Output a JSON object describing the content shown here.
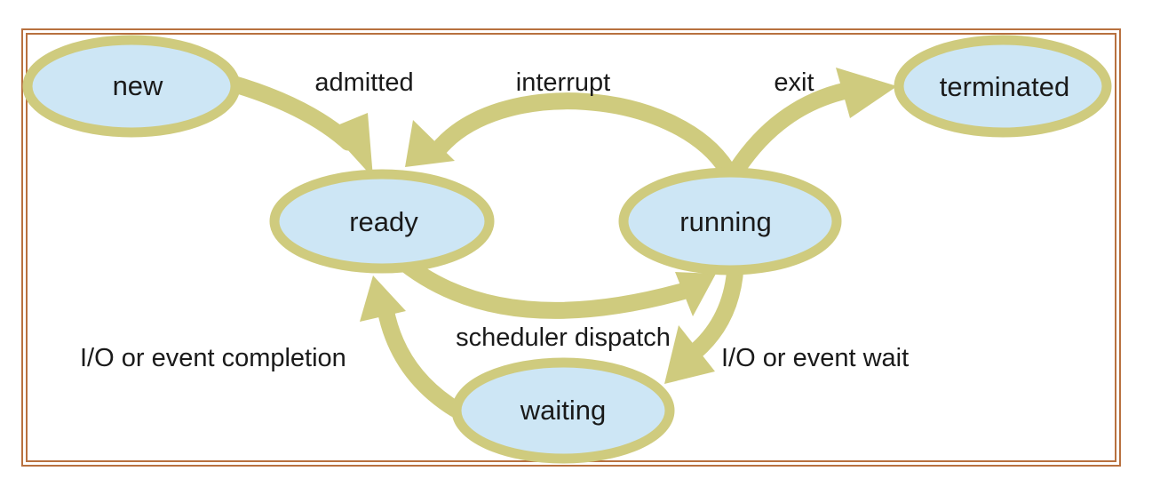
{
  "states": {
    "new": "new",
    "ready": "ready",
    "running": "running",
    "waiting": "waiting",
    "terminated": "terminated"
  },
  "transitions": {
    "admitted": "admitted",
    "interrupt": "interrupt",
    "exit": "exit",
    "scheduler_dispatch": "scheduler dispatch",
    "io_event_completion": "I/O or event completion",
    "io_event_wait": "I/O or event wait"
  },
  "colors": {
    "oval_fill": "#cde6f5",
    "oval_stroke": "#cfcb7e",
    "arrow": "#cfcb7e",
    "frame": "#b8713f"
  }
}
